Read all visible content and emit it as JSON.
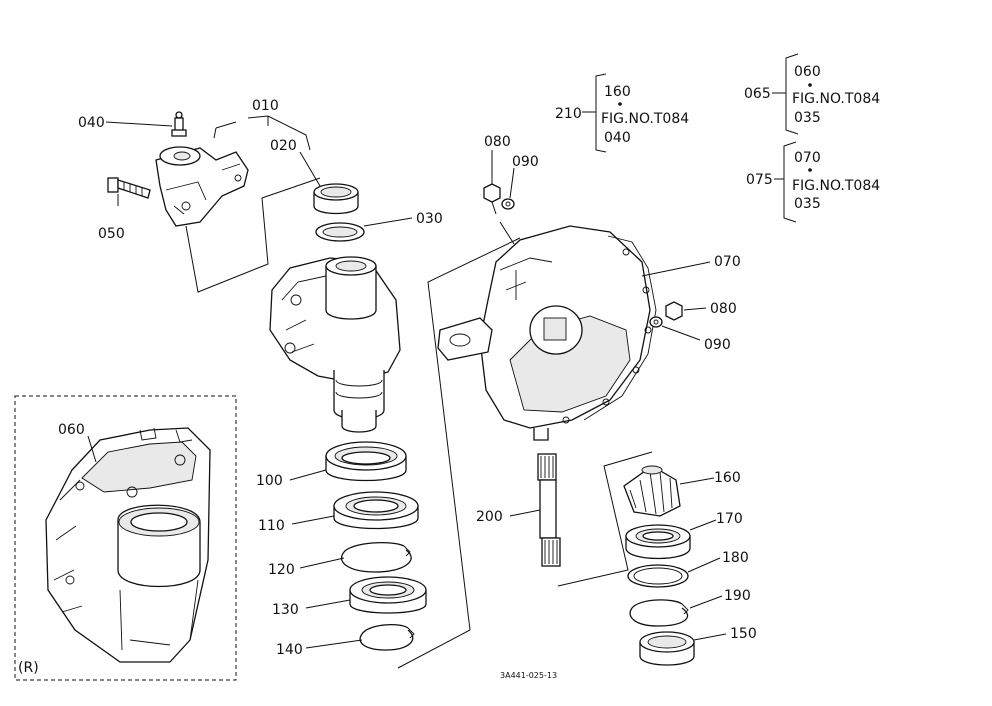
{
  "labels": {
    "p010": "010",
    "p020": "020",
    "p030": "030",
    "p040": "040",
    "p050": "050",
    "p060": "060",
    "p070": "070",
    "p080a": "080",
    "p090a": "090",
    "p080b": "080",
    "p090b": "090",
    "p100": "100",
    "p110": "110",
    "p120": "120",
    "p130": "130",
    "p140": "140",
    "p150": "150",
    "p160": "160",
    "p170": "170",
    "p180": "180",
    "p190": "190",
    "p200": "200"
  },
  "notes": {
    "n210": {
      "ref": "210",
      "top": "160",
      "fig": "FIG.NO.T084",
      "bottom": "040"
    },
    "n065": {
      "ref": "065",
      "top": "060",
      "fig": "FIG.NO.T084",
      "bottom": "035"
    },
    "n075": {
      "ref": "075",
      "top": "070",
      "fig": "FIG.NO.T084",
      "bottom": "035"
    }
  },
  "inset_label": "(R)",
  "drawing_code": "3A441-025-13"
}
